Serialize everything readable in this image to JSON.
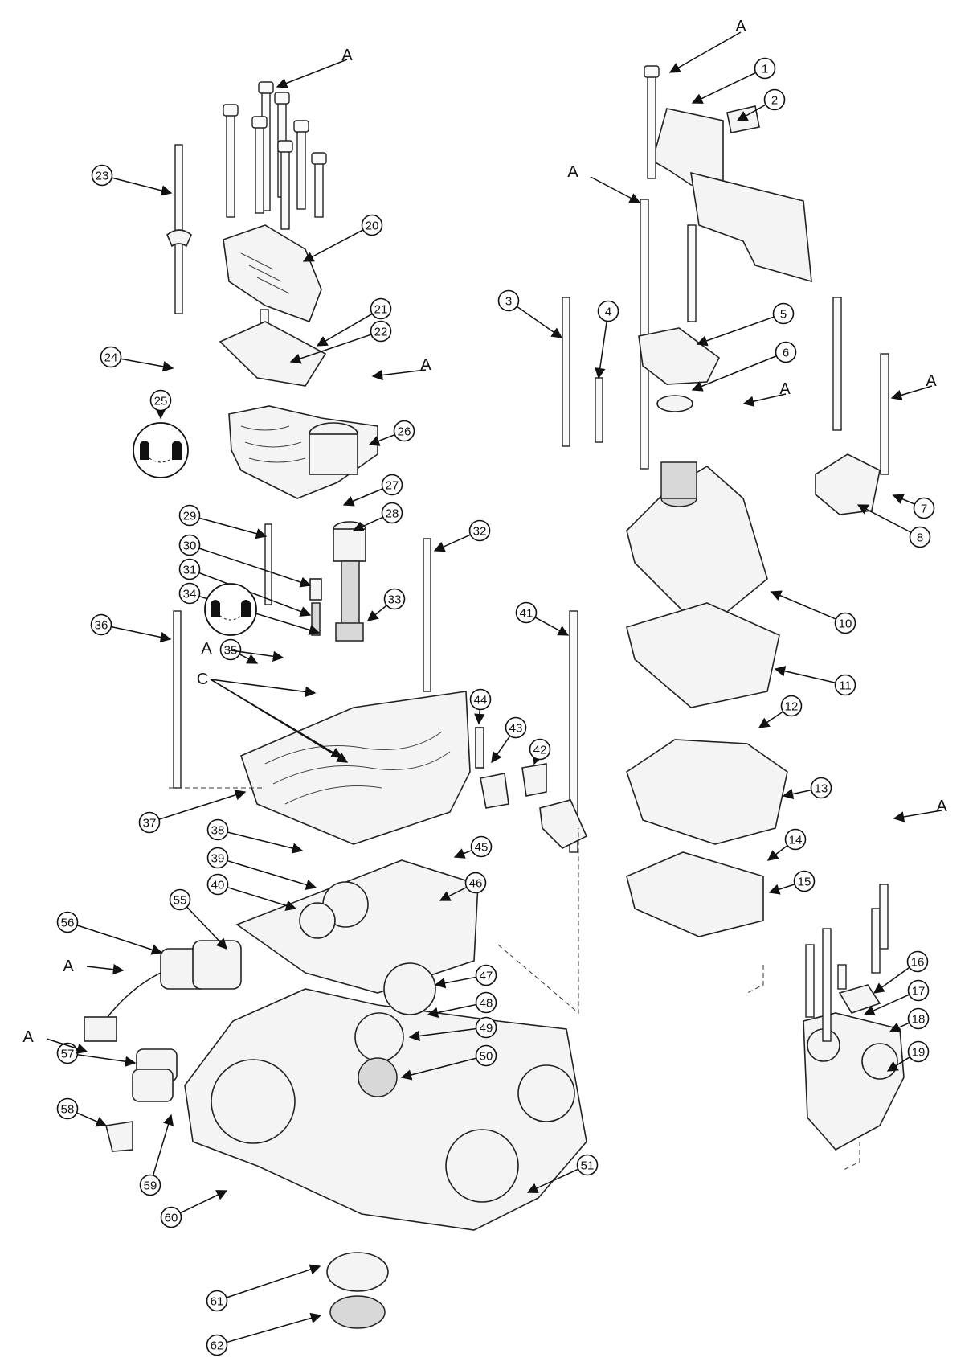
{
  "figure": {
    "callouts": [
      "1",
      "2",
      "3",
      "4",
      "5",
      "6",
      "7",
      "8",
      "10",
      "11",
      "12",
      "13",
      "14",
      "15",
      "16",
      "17",
      "18",
      "19",
      "20",
      "21",
      "22",
      "23",
      "24",
      "25",
      "26",
      "27",
      "28",
      "29",
      "30",
      "31",
      "32",
      "33",
      "34",
      "35",
      "36",
      "37",
      "38",
      "39",
      "40",
      "41",
      "42",
      "43",
      "44",
      "45",
      "46",
      "47",
      "48",
      "49",
      "50",
      "51",
      "55",
      "56",
      "57",
      "58",
      "59",
      "60",
      "61",
      "62"
    ],
    "letters": {
      "a": "A",
      "c": "C"
    }
  }
}
